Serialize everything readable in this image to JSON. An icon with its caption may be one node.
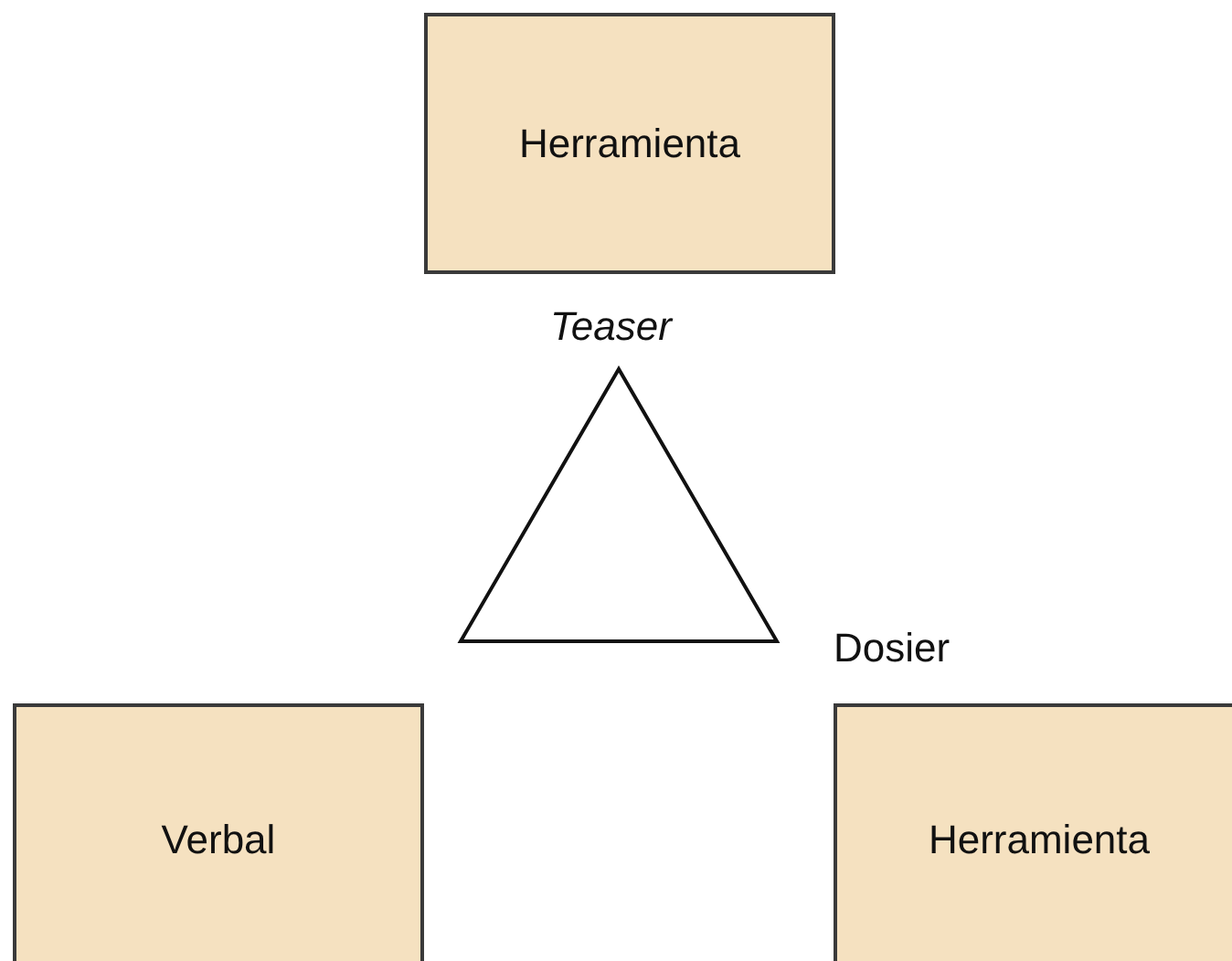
{
  "diagram": {
    "nodes": [
      {
        "text": [
          "Herramienta"
        ]
      },
      {
        "text": [],
        "shape": "triangle"
      },
      {
        "text": [
          "Verbal"
        ]
      },
      {
        "text": [
          "Herramienta"
        ]
      }
    ],
    "labels": [
      "Teaser",
      "Dosier"
    ]
  }
}
